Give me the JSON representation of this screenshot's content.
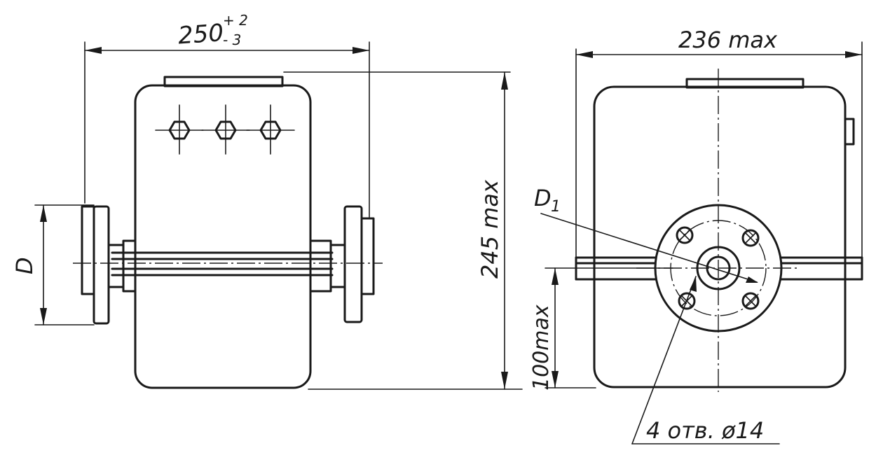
{
  "drawing": {
    "front_view": {
      "width_dim": {
        "value": "250",
        "tol_upper": "+ 2",
        "tol_lower": "- 3"
      },
      "height_dim": "245 max",
      "flange_dim": "D"
    },
    "side_view": {
      "width_dim": "236 max",
      "axis_height_dim": "100max",
      "pitch_dim": {
        "symbol": "D",
        "subscript": "1"
      },
      "holes_note": "4 отв.  ø14"
    }
  }
}
